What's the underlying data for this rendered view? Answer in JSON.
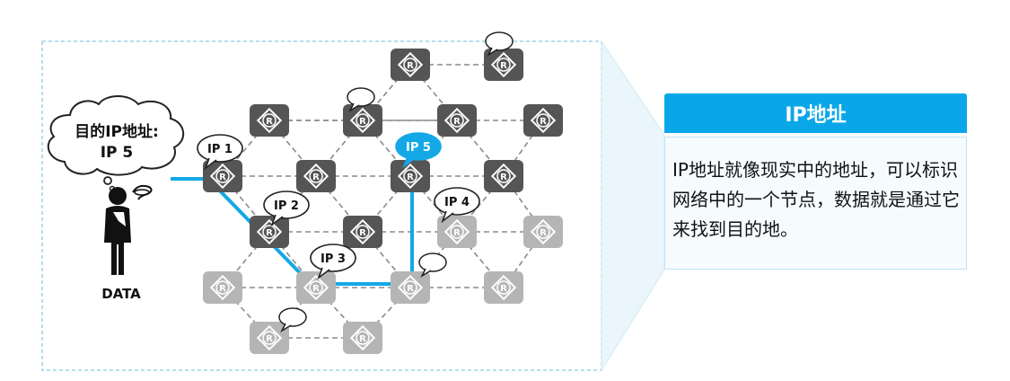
{
  "diagram": {
    "target_bubble_line1": "目的IP地址:",
    "target_bubble_line2": "IP 5",
    "person_label": "DATA",
    "router_symbol": "R",
    "router_icon": "router-icon",
    "person_icon": "person-thinking-icon",
    "ip_labels": [
      "IP 1",
      "IP 2",
      "IP 3",
      "IP 4",
      "IP 5"
    ],
    "colors": {
      "route": "#14a8e6",
      "active_router": "#555555",
      "inactive_router": "#b5b5b5",
      "frame": "#9bd4ea",
      "highlight_bubble": "#14a8e6"
    }
  },
  "panel": {
    "title": "IP地址",
    "body": "IP地址就像现实中的地址，可以标识网络中的一个节点，数据就是通过它来找到目的地。"
  }
}
